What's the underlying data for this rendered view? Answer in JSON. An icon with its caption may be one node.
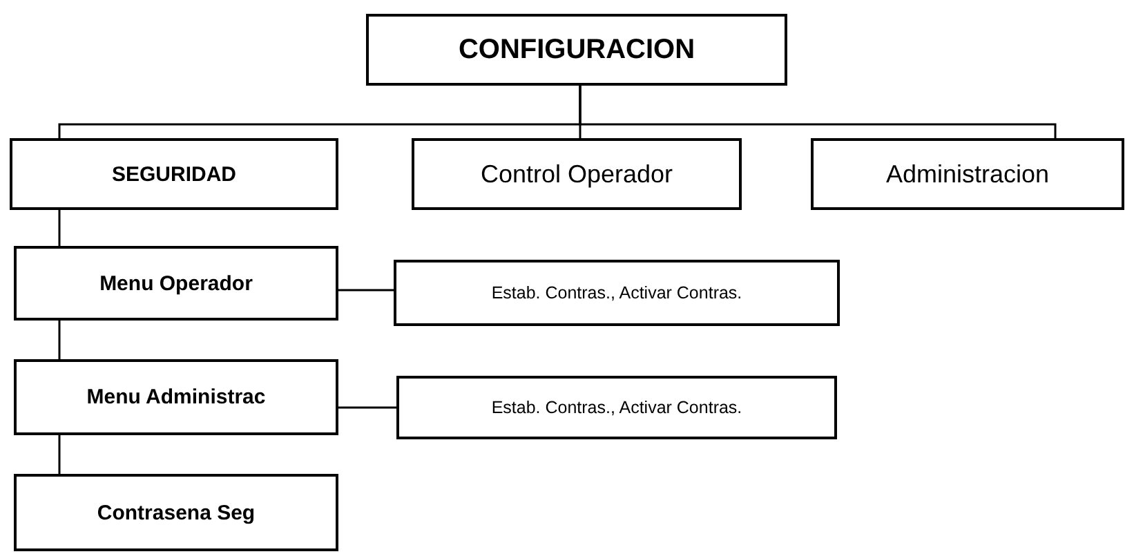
{
  "diagram": {
    "nodes": [
      {
        "text": [
          "CONFIGURACION"
        ]
      },
      {
        "text": [
          "SEGURIDAD"
        ]
      },
      {
        "text": [
          "Control Operador"
        ]
      },
      {
        "text": [
          "Administracion"
        ]
      },
      {
        "text": [
          "Menu Operador"
        ]
      },
      {
        "text": [
          "Estab. Contras., Activar Contras."
        ]
      },
      {
        "text": [
          "Menu Administrac"
        ]
      },
      {
        "text": [
          "Estab. Contras., Activar Contras."
        ]
      },
      {
        "text": [
          "Contrasena Seg"
        ]
      }
    ],
    "edges": [
      {
        "from": 0,
        "to": 1,
        "arrow": "none"
      },
      {
        "from": 0,
        "to": 2,
        "arrow": "none"
      },
      {
        "from": 0,
        "to": 3,
        "arrow": "none"
      },
      {
        "from": 1,
        "to": 4,
        "arrow": "none"
      },
      {
        "from": 4,
        "to": 5,
        "arrow": "none"
      },
      {
        "from": 4,
        "to": 6,
        "arrow": "none"
      },
      {
        "from": 6,
        "to": 7,
        "arrow": "none"
      },
      {
        "from": 6,
        "to": 8,
        "arrow": "none"
      }
    ]
  }
}
